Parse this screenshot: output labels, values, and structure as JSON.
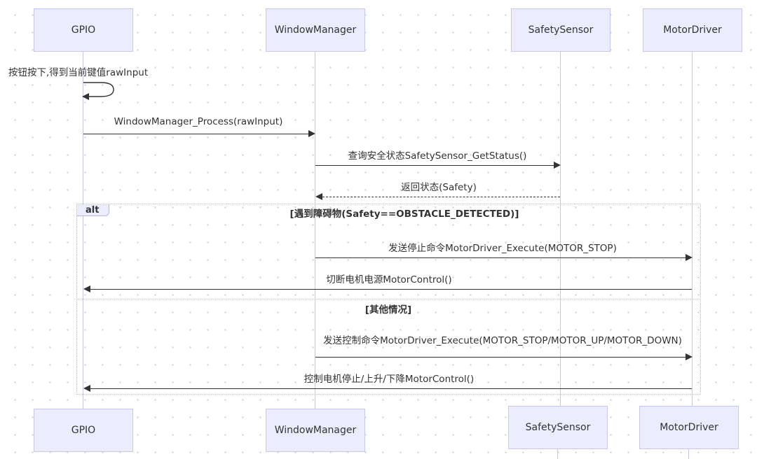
{
  "actors_top": [
    "GPIO",
    "WindowManager",
    "SafetySensor",
    "MotorDriver"
  ],
  "actors_bottom": [
    "GPIO",
    "WindowManager",
    "SafetySensor",
    "MotorDriver"
  ],
  "messages": [
    {
      "text": "按钮按下,得到当前键值rawInput",
      "from": "GPIO",
      "to": "GPIO",
      "style": "solid"
    },
    {
      "text": "WindowManager_Process(rawInput)",
      "from": "GPIO",
      "to": "WindowManager",
      "style": "solid"
    },
    {
      "text": "查询安全状态SafetySensor_GetStatus()",
      "from": "WindowManager",
      "to": "SafetySensor",
      "style": "solid"
    },
    {
      "text": "返回状态(Safety)",
      "from": "SafetySensor",
      "to": "WindowManager",
      "style": "dashed"
    },
    {
      "text": "发送停止命令MotorDriver_Execute(MOTOR_STOP)",
      "from": "WindowManager",
      "to": "MotorDriver",
      "style": "solid"
    },
    {
      "text": "切断电机电源MotorControl()",
      "from": "MotorDriver",
      "to": "GPIO",
      "style": "solid"
    },
    {
      "text": "发送控制命令MotorDriver_Execute(MOTOR_STOP/MOTOR_UP/MOTOR_DOWN)",
      "from": "WindowManager",
      "to": "MotorDriver",
      "style": "solid"
    },
    {
      "text": "控制电机停止/上升/下降MotorControl()",
      "from": "MotorDriver",
      "to": "GPIO",
      "style": "solid"
    }
  ],
  "alt_block": {
    "keyword": "alt",
    "condition": "[遇到障碍物(Safety==OBSTACLE_DETECTED)]",
    "else_condition": "[其他情况]"
  }
}
